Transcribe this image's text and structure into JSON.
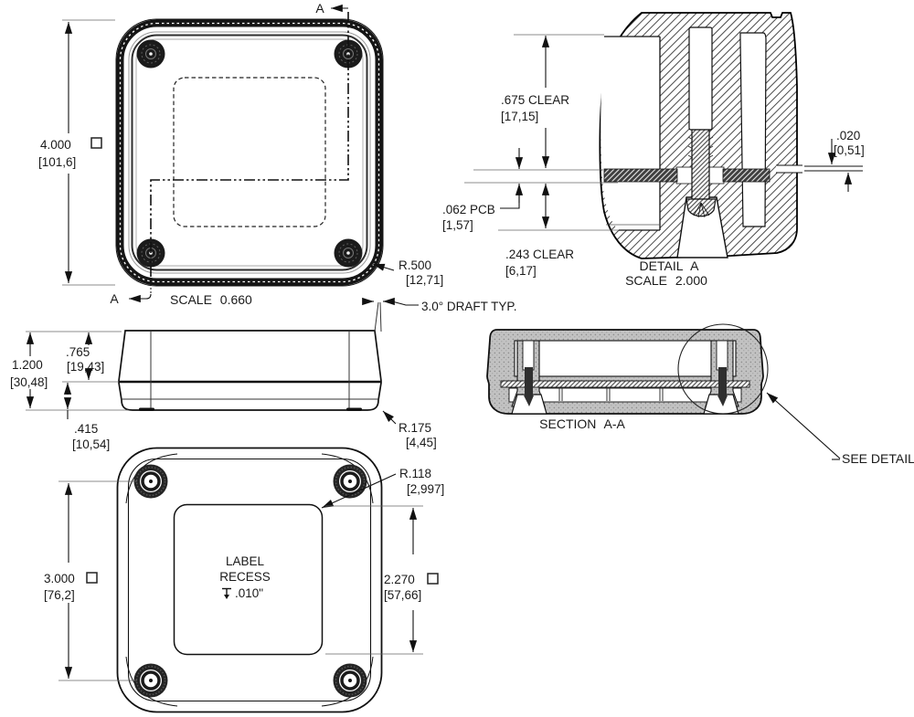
{
  "colors": {
    "line": "#1a1a1a",
    "background": "#ffffff",
    "section_fill": "#c2c2c2"
  },
  "views": {
    "top": {
      "section_arrow_top": "A",
      "section_arrow_bottom": "A",
      "scale_note": "SCALE 0.660",
      "size_dim": "4.000",
      "size_dim_mm": "[101,6]",
      "corner_radius": "R.500",
      "corner_radius_mm": "[12,71]"
    },
    "detail_a": {
      "title": "DETAIL A",
      "scale_note": "SCALE 2.000",
      "top_clearance": ".675 CLEAR",
      "top_clearance_mm": "[17,15]",
      "pcb_thickness": ".062 PCB",
      "pcb_thickness_mm": "[1,57]",
      "bottom_clearance": ".243 CLEAR",
      "bottom_clearance_mm": "[6,17]",
      "lid_gap": ".020",
      "lid_gap_mm": "[0,51]"
    },
    "side": {
      "draft_note": "3.0° DRAFT TYP.",
      "lid_height": ".765",
      "lid_height_mm": "[19,43]",
      "overall_height": "1.200",
      "overall_height_mm": "[30,48]",
      "base_height": ".415",
      "base_height_mm": "[10,54]",
      "corner_radius": "R.175",
      "corner_radius_mm": "[4,45]"
    },
    "section_aa": {
      "title": "SECTION A-A",
      "callout": "SEE DETAIL"
    },
    "bottom": {
      "hole_spacing": "3.000",
      "hole_spacing_mm": "[76,2]",
      "recess_size": "2.270",
      "recess_size_mm": "[57,66]",
      "recess_radius": "R.118",
      "recess_radius_mm": "[2,997]",
      "label_line1": "LABEL",
      "label_line2": "RECESS",
      "label_depth": ".010\""
    }
  }
}
